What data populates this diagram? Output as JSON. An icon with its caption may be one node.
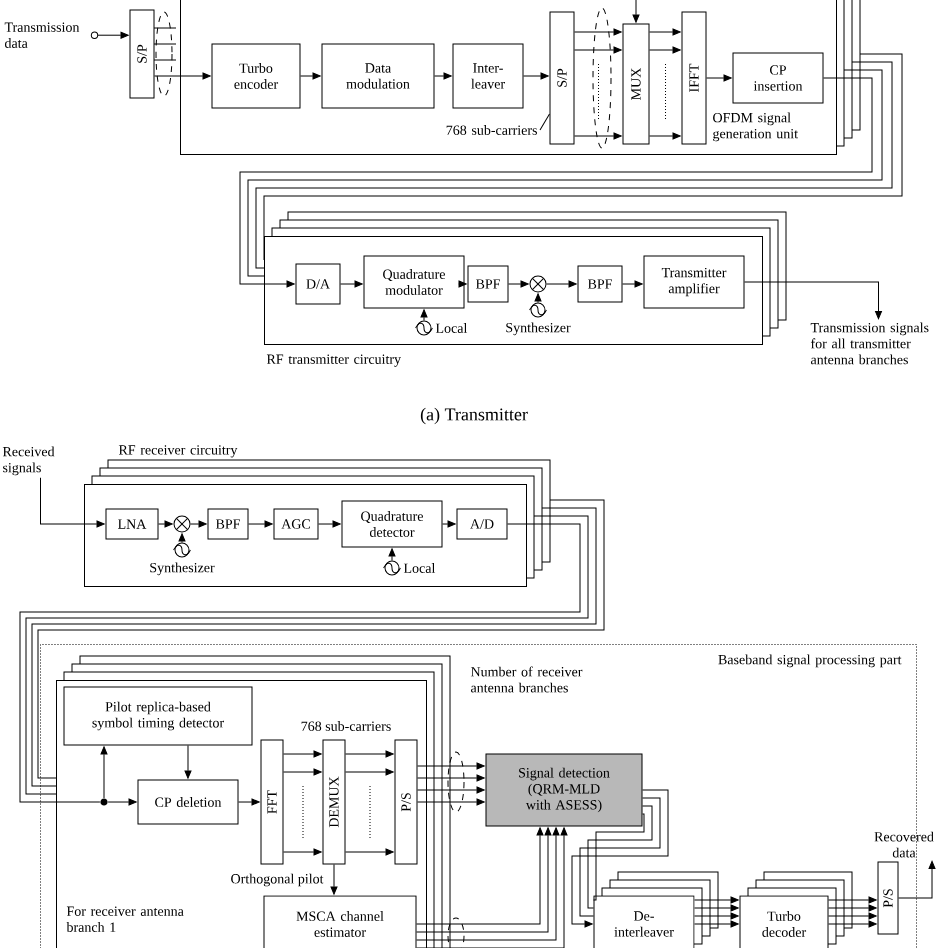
{
  "diagram": {
    "nodes": [
      {
        "text": [
          "Transmission data"
        ]
      },
      {
        "text": [
          "S/P"
        ]
      },
      {
        "text": [
          "OFDM signal generation unit"
        ]
      },
      {
        "text": [
          "Turbo encoder"
        ],
        "in": 2
      },
      {
        "text": [
          "Data modulation"
        ],
        "in": 2
      },
      {
        "text": [
          "Inter- leaver"
        ],
        "in": 2
      },
      {
        "text": [
          "S/P"
        ],
        "in": 2
      },
      {
        "text": [
          "MUX"
        ],
        "in": 2
      },
      {
        "text": [
          "IFFT"
        ],
        "in": 2
      },
      {
        "text": [
          "CP insertion"
        ],
        "in": 2
      },
      {
        "text": [
          "768 sub-carriers"
        ],
        "in": 2
      },
      {
        "text": [
          "RF transmitter circuitry"
        ]
      },
      {
        "text": [
          "D/A"
        ],
        "in": 11
      },
      {
        "text": [
          "Quadrature modulator"
        ],
        "in": 11
      },
      {
        "text": [
          "BPF"
        ],
        "in": 11
      },
      {
        "text": [],
        "shape": "circle",
        "in": 11
      },
      {
        "text": [
          "BPF"
        ],
        "in": 11
      },
      {
        "text": [
          "Transmitter amplifier"
        ],
        "in": 11
      },
      {
        "text": [],
        "shape": "circle",
        "beside": [
          "Local"
        ],
        "in": 11
      },
      {
        "text": [],
        "shape": "circle",
        "beside": [
          "Synthesizer"
        ],
        "in": 11
      },
      {
        "text": [
          "Transmission signals for all transmitter antenna branches"
        ]
      },
      {
        "text": [
          "Received signals"
        ]
      },
      {
        "text": [
          "RF receiver circuitry"
        ]
      },
      {
        "text": [
          "LNA"
        ],
        "in": 22
      },
      {
        "text": [],
        "shape": "circle",
        "in": 22
      },
      {
        "text": [
          "BPF"
        ],
        "in": 22
      },
      {
        "text": [
          "AGC"
        ],
        "in": 22
      },
      {
        "text": [
          "Quadrature detector"
        ],
        "in": 22
      },
      {
        "text": [
          "A/D"
        ],
        "in": 22
      },
      {
        "text": [],
        "shape": "circle",
        "beside": [
          "Synthesizer"
        ],
        "in": 22
      },
      {
        "text": [],
        "shape": "circle",
        "beside": [
          "Local"
        ],
        "in": 22
      },
      {
        "text": [
          "Baseband signal processing part"
        ]
      },
      {
        "text": [
          "For receiver antenna branch 1"
        ],
        "in": 31
      },
      {
        "text": [
          "Pilot replica-based symbol timing detector"
        ],
        "in": 32
      },
      {
        "text": [],
        "shape": "dot",
        "in": 32
      },
      {
        "text": [
          "CP deletion"
        ],
        "in": 32
      },
      {
        "text": [
          "FFT"
        ],
        "in": 32
      },
      {
        "text": [
          "DEMUX"
        ],
        "in": 32
      },
      {
        "text": [
          "P/S"
        ],
        "in": 32
      },
      {
        "text": [
          "MSCA channel estimator"
        ],
        "in": 32
      },
      {
        "text": [
          "Signal detection (QRM-MLD with ASESS)"
        ],
        "in": 31
      },
      {
        "text": [
          "De- interleaver"
        ],
        "in": 31
      },
      {
        "text": [
          "Turbo decoder"
        ],
        "in": 31
      },
      {
        "text": [
          "P/S"
        ],
        "in": 31
      },
      {
        "text": [
          "Recovered data"
        ]
      }
    ],
    "edges": [
      {
        "from": 0,
        "to": 1,
        "arrow": "to"
      },
      {
        "from": 1,
        "to": 3,
        "arrow": "to"
      },
      {
        "from": 3,
        "to": 4,
        "arrow": "to"
      },
      {
        "from": 4,
        "to": 5,
        "arrow": "to"
      },
      {
        "from": 5,
        "to": 6,
        "arrow": "to"
      },
      {
        "from": 6,
        "to": 7,
        "arrow": "to"
      },
      {
        "from": 7,
        "to": 8,
        "arrow": "to"
      },
      {
        "from": 8,
        "to": 9,
        "arrow": "to"
      },
      {
        "from": null,
        "to": 7,
        "arrow": "to"
      },
      {
        "from": 10,
        "to": 6,
        "arrow": "none"
      },
      {
        "from": 9,
        "to": 12,
        "arrow": "to"
      },
      {
        "from": 12,
        "to": 13,
        "arrow": "to"
      },
      {
        "from": 13,
        "to": 14,
        "arrow": "to"
      },
      {
        "from": 14,
        "to": 15,
        "arrow": "to"
      },
      {
        "from": 15,
        "to": 16,
        "arrow": "to"
      },
      {
        "from": 16,
        "to": 17,
        "arrow": "to"
      },
      {
        "from": 18,
        "to": 13,
        "arrow": "to"
      },
      {
        "from": 19,
        "to": 15,
        "arrow": "to"
      },
      {
        "from": 17,
        "to": 20,
        "arrow": "to"
      },
      {
        "from": 21,
        "to": 23,
        "arrow": "to"
      },
      {
        "from": 23,
        "to": 24,
        "arrow": "to"
      },
      {
        "from": 24,
        "to": 25,
        "arrow": "to"
      },
      {
        "from": 25,
        "to": 26,
        "arrow": "to"
      },
      {
        "from": 26,
        "to": 27,
        "arrow": "to"
      },
      {
        "from": 27,
        "to": 28,
        "arrow": "to"
      },
      {
        "from": 29,
        "to": 24,
        "arrow": "to"
      },
      {
        "from": 30,
        "to": 27,
        "arrow": "to"
      },
      {
        "from": 28,
        "to": 34,
        "arrow": "none"
      },
      {
        "from": 34,
        "to": 33,
        "arrow": "to"
      },
      {
        "from": 34,
        "to": 35,
        "arrow": "to"
      },
      {
        "from": 33,
        "to": 35,
        "arrow": "to"
      },
      {
        "from": 35,
        "to": 36,
        "arrow": "to"
      },
      {
        "from": 36,
        "to": 37,
        "arrow": "to"
      },
      {
        "from": 37,
        "to": 38,
        "arrow": "to"
      },
      {
        "from": 38,
        "to": 40,
        "arrow": "to"
      },
      {
        "from": 37,
        "to": 39,
        "arrow": "to",
        "label": "Orthogonal pilot"
      },
      {
        "from": 39,
        "to": 40,
        "arrow": "to"
      },
      {
        "from": 40,
        "to": 41,
        "arrow": "to"
      },
      {
        "from": 41,
        "to": 42,
        "arrow": "to"
      },
      {
        "from": 42,
        "to": 43,
        "arrow": "to"
      },
      {
        "from": 43,
        "to": 44,
        "arrow": "to"
      },
      {
        "from": 6,
        "to": 7,
        "arrow": "to"
      },
      {
        "from": 6,
        "to": 7,
        "arrow": "to"
      },
      {
        "from": 7,
        "to": 8,
        "arrow": "to"
      },
      {
        "from": 7,
        "to": 8,
        "arrow": "to"
      },
      {
        "from": 36,
        "to": 37,
        "arrow": "to"
      },
      {
        "from": 36,
        "to": 37,
        "arrow": "to"
      },
      {
        "from": 37,
        "to": 38,
        "arrow": "to"
      },
      {
        "from": 37,
        "to": 38,
        "arrow": "to"
      },
      {
        "from": 38,
        "to": 40,
        "arrow": "to"
      },
      {
        "from": 38,
        "to": 40,
        "arrow": "to"
      },
      {
        "from": 38,
        "to": 40,
        "arrow": "to"
      },
      {
        "from": 39,
        "to": 40,
        "arrow": "to"
      },
      {
        "from": 39,
        "to": 40,
        "arrow": "to"
      },
      {
        "from": 39,
        "to": 40,
        "arrow": "to"
      },
      {
        "from": 40,
        "to": 41,
        "arrow": "none"
      },
      {
        "from": 40,
        "to": 41,
        "arrow": "none"
      },
      {
        "from": 40,
        "to": 41,
        "arrow": "none"
      },
      {
        "from": 41,
        "to": 42,
        "arrow": "to"
      },
      {
        "from": 41,
        "to": 42,
        "arrow": "to"
      },
      {
        "from": 41,
        "to": 42,
        "arrow": "to"
      },
      {
        "from": 42,
        "to": 43,
        "arrow": "to"
      },
      {
        "from": 42,
        "to": 43,
        "arrow": "to"
      },
      {
        "from": 42,
        "to": 43,
        "arrow": "to"
      }
    ],
    "labels": [
      "(a) Transmitter",
      "Number of receiver antenna branches",
      "768 sub-carriers"
    ]
  }
}
